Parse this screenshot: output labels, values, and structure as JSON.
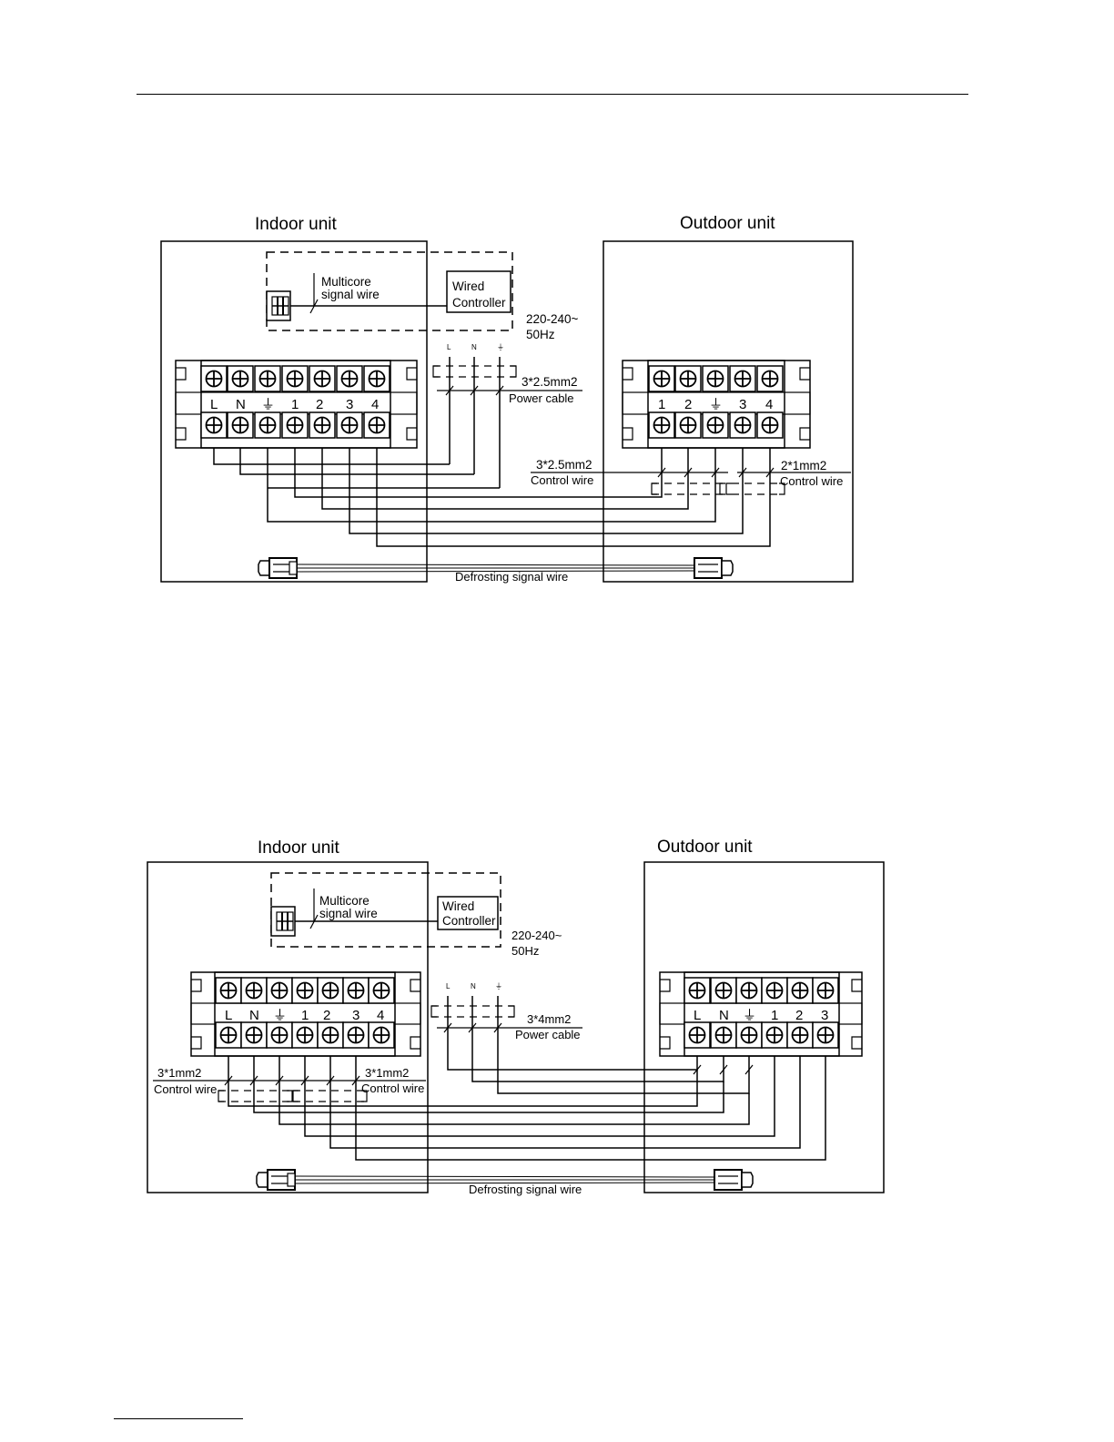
{
  "diagrams": [
    {
      "indoor_title": "Indoor unit",
      "outdoor_title": "Outdoor unit",
      "multicore_line1": "Multicore",
      "multicore_line2": "signal wire",
      "wired_line1": "Wired",
      "wired_line2": "Controller",
      "supply_line1": "220-240~",
      "supply_line2": "50Hz",
      "supply_terminals": [
        "L",
        "N",
        "⏚"
      ],
      "indoor_terminals": [
        "L",
        "N",
        "⏚",
        "1",
        "2",
        "3",
        "4"
      ],
      "outdoor_terminals": [
        "1",
        "2",
        "⏚",
        "3",
        "4"
      ],
      "power_spec": "3*2.5mm2",
      "power_label": "Power cable",
      "ctrl_a_spec": "3*2.5mm2",
      "ctrl_a_label": "Control wire",
      "ctrl_b_spec": "2*1mm2",
      "ctrl_b_label": "Control wire",
      "defrost_label": "Defrosting signal wire"
    },
    {
      "indoor_title": "Indoor unit",
      "outdoor_title": "Outdoor unit",
      "multicore_line1": "Multicore",
      "multicore_line2": "signal wire",
      "wired_line1": "Wired",
      "wired_line2": "Controller",
      "supply_line1": "220-240~",
      "supply_line2": "50Hz",
      "supply_terminals": [
        "L",
        "N",
        "⏚"
      ],
      "indoor_terminals": [
        "L",
        "N",
        "⏚",
        "1",
        "2",
        "3",
        "4"
      ],
      "outdoor_terminals": [
        "L",
        "N",
        "⏚",
        "1",
        "2",
        "3"
      ],
      "power_spec": "3*4mm2",
      "power_label": "Power cable",
      "ctrl_a_spec": "3*1mm2",
      "ctrl_a_label": "Control wire",
      "ctrl_b_spec": "3*1mm2",
      "ctrl_b_label": "Control wire",
      "defrost_label": "Defrosting signal wire"
    }
  ]
}
